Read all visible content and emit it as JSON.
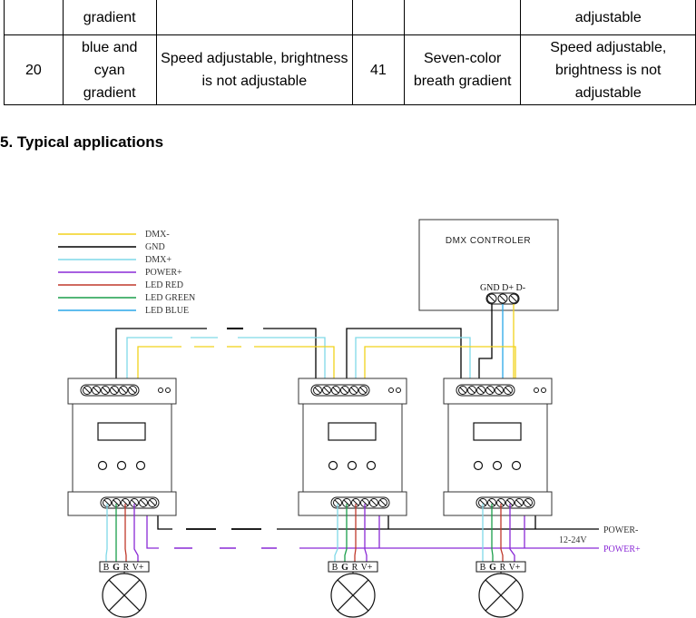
{
  "table": {
    "row1": {
      "c2": "gradient",
      "c6": "adjustable"
    },
    "row2": {
      "num1": "20",
      "name1": "blue and cyan gradient",
      "desc1": "Speed adjustable, brightness is not adjustable",
      "num2": "41",
      "name2": "Seven-color breath gradient",
      "desc2": "Speed adjustable, brightness is not adjustable"
    }
  },
  "section": {
    "heading": "5. Typical applications"
  },
  "diagram": {
    "legend": [
      {
        "label": "DMX-",
        "color": "#f2d21b"
      },
      {
        "label": "GND",
        "color": "#000000"
      },
      {
        "label": "DMX+",
        "color": "#7fd9e8"
      },
      {
        "label": "POWER+",
        "color": "#8a2ad6"
      },
      {
        "label": "LED RED",
        "color": "#c0392b"
      },
      {
        "label": "LED GREEN",
        "color": "#1a9e4a"
      },
      {
        "label": "LED BLUE",
        "color": "#2aa7e8"
      }
    ],
    "controller_label": "DMX CONTROLER",
    "controller_pins": "GND D+ D-",
    "power_minus": "POWER-",
    "power_plus": "POWER+",
    "voltage": "12-24V",
    "lamp_pins": [
      "B",
      "G",
      "R",
      "V+"
    ]
  }
}
